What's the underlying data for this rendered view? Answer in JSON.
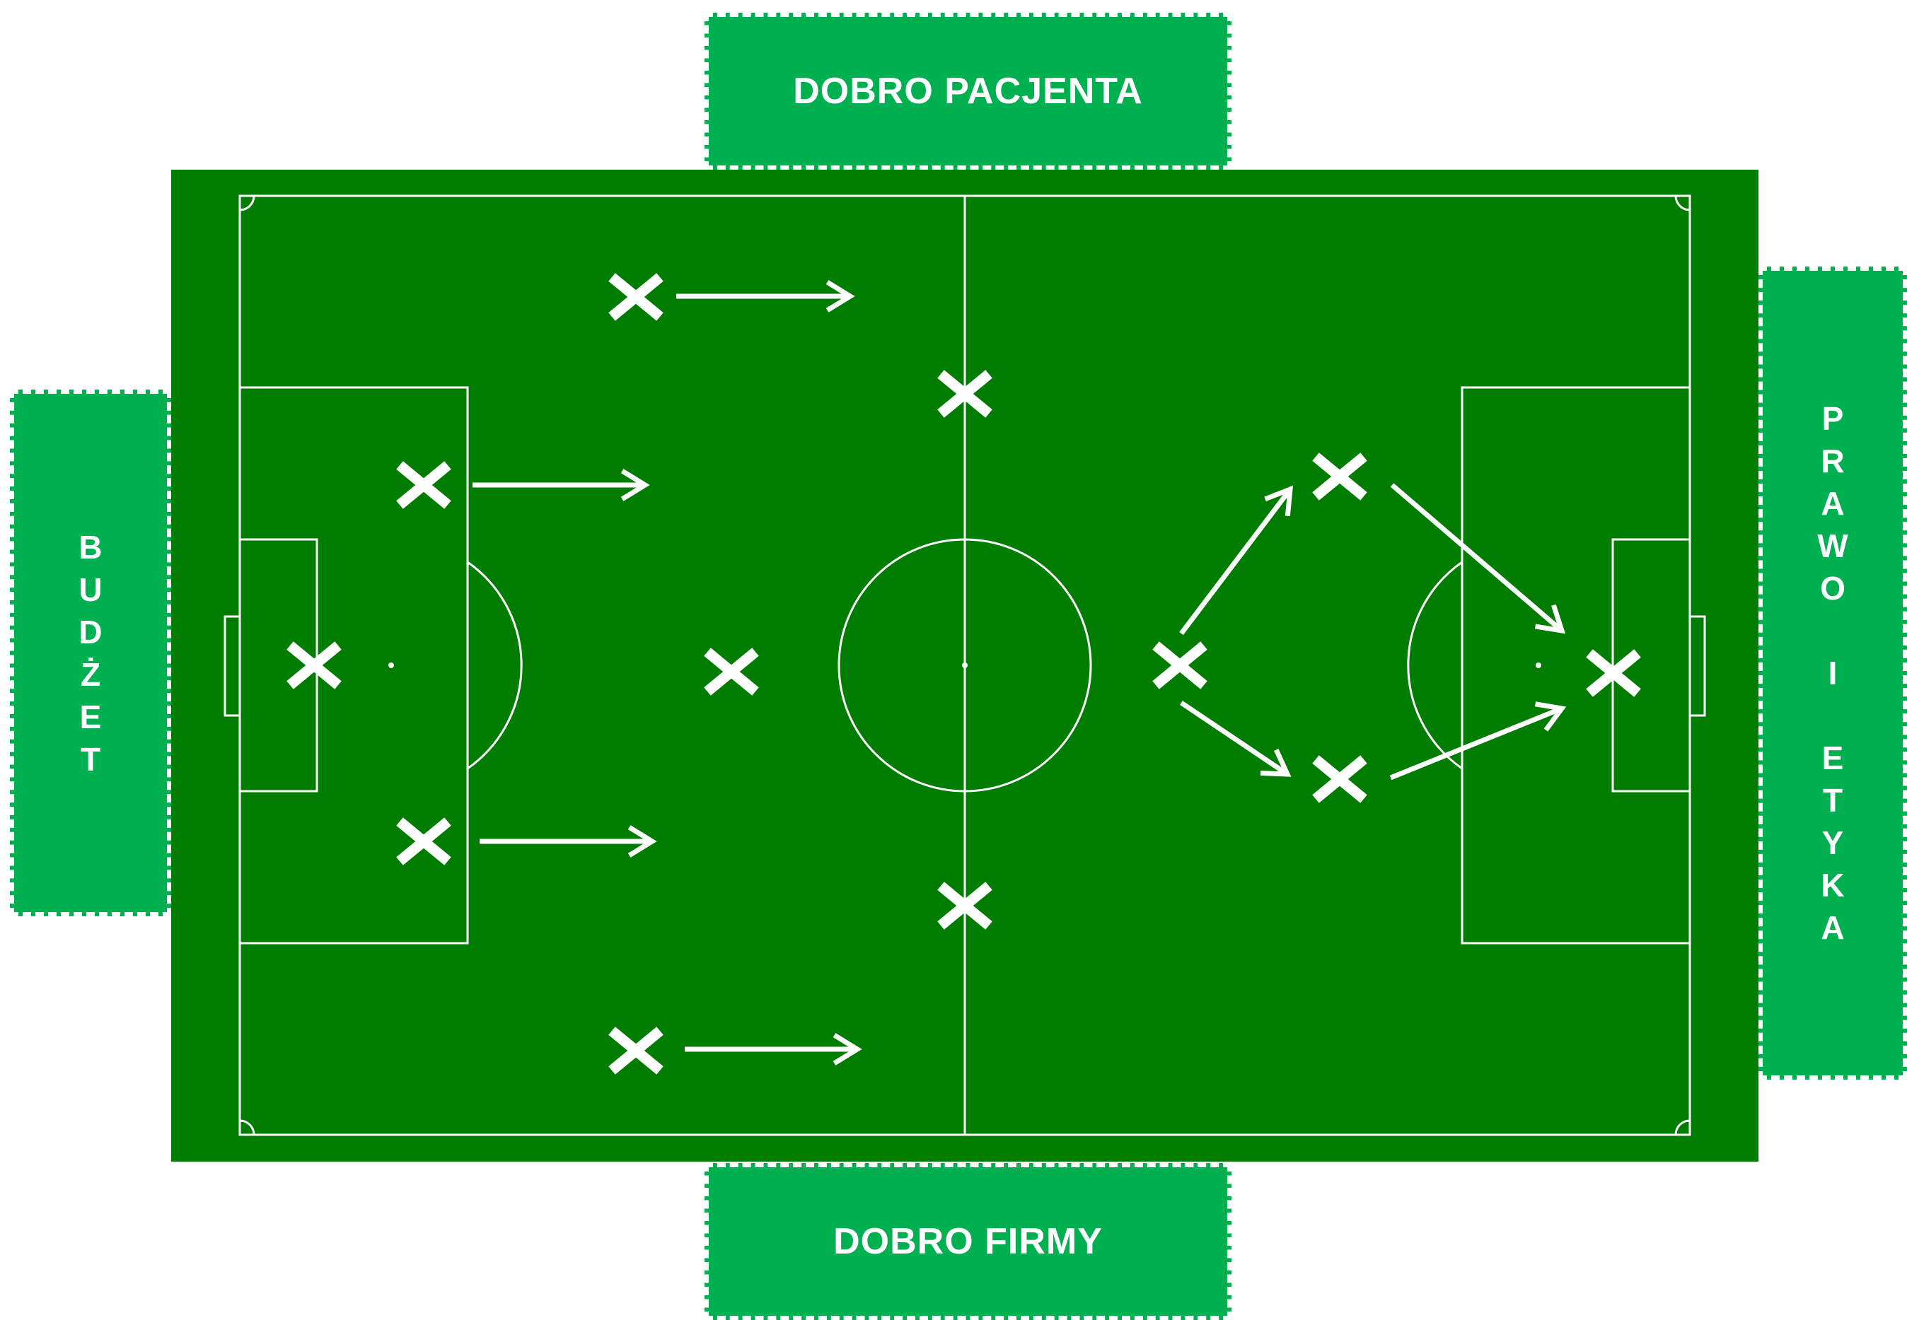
{
  "labels": {
    "top": "DOBRO PACJENTA",
    "bottom": "DOBRO FIRMY",
    "left": "BUDŻET",
    "right": "PRAWO I ETYKA"
  },
  "colors": {
    "pitch": "#007d00",
    "box": "#00b050",
    "lines": "#ffffff"
  },
  "players": [
    {
      "name": "goalkeeper",
      "symbol": "cross"
    },
    {
      "name": "defender-top",
      "symbol": "cross"
    },
    {
      "name": "defender-bottom",
      "symbol": "cross"
    },
    {
      "name": "wing-top",
      "symbol": "cross"
    },
    {
      "name": "midfield-center",
      "symbol": "cross"
    },
    {
      "name": "wing-bottom",
      "symbol": "cross"
    },
    {
      "name": "halfway-top",
      "symbol": "cross"
    },
    {
      "name": "halfway-bottom",
      "symbol": "cross"
    },
    {
      "name": "attack-center",
      "symbol": "cross"
    },
    {
      "name": "attack-top",
      "symbol": "cross"
    },
    {
      "name": "attack-bottom",
      "symbol": "cross"
    },
    {
      "name": "opponent-goalkeeper",
      "symbol": "cross"
    }
  ]
}
